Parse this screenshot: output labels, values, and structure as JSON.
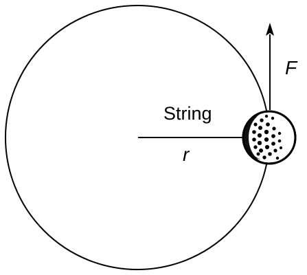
{
  "labels": {
    "string": "String",
    "radius": "r",
    "force": "F"
  },
  "icons": {
    "ball": "golf-ball-icon",
    "arrow": "force-arrow-icon"
  },
  "colors": {
    "stroke": "#000000",
    "background": "#ffffff"
  }
}
